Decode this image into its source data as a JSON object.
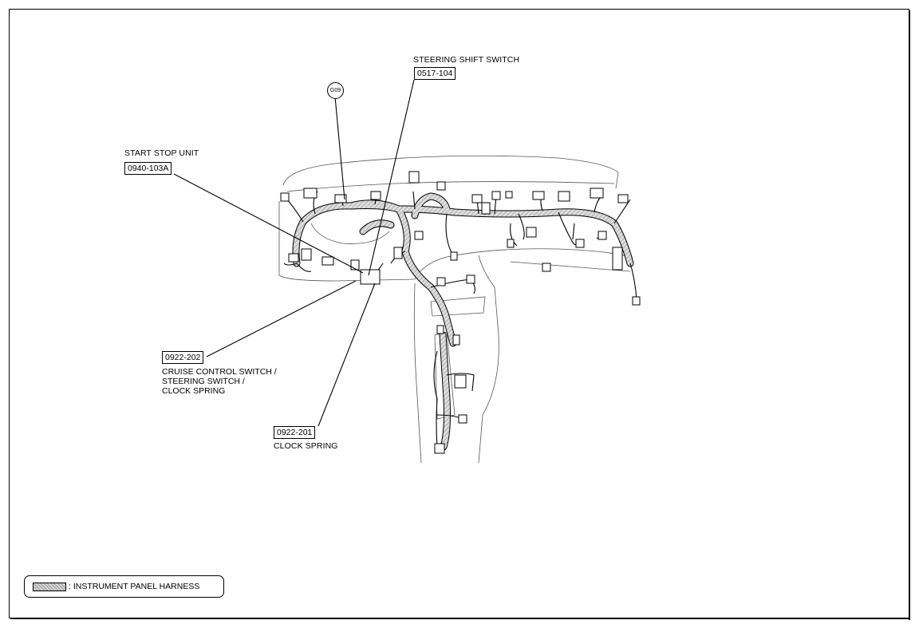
{
  "ground_label": "G09",
  "callouts": {
    "steering_shift_switch": {
      "name": "STEERING SHIFT SWITCH",
      "code": "0517-104"
    },
    "start_stop_unit": {
      "name": "START STOP UNIT",
      "code": "0940-103A"
    },
    "cruise_control": {
      "code": "0922-202",
      "lines": [
        "CRUISE CONTROL SWITCH /",
        "STEERING SWITCH /",
        "CLOCK SPRING"
      ]
    },
    "clock_spring": {
      "code": "0922-201",
      "name": "CLOCK SPRING"
    }
  },
  "legend": {
    "text": ": INSTRUMENT PANEL HARNESS"
  },
  "colors": {
    "harness_fill": "#cfcfcf",
    "line": "#000000"
  }
}
